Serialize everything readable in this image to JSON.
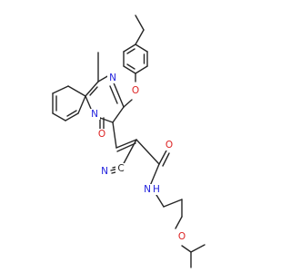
{
  "molecule": {
    "atoms": {
      "N_ring": {
        "text": "N",
        "color": "#2222dd"
      },
      "O_ether": {
        "text": "O",
        "color": "#dd2222"
      },
      "N_bridge": {
        "text": "N",
        "color": "#2222dd"
      },
      "O_keto": {
        "text": "O",
        "color": "#dd2222"
      },
      "N_nitrile": {
        "text": "N",
        "color": "#2222dd"
      },
      "C_nitrile": {
        "text": "C",
        "color": "#262626"
      },
      "O_amide": {
        "text": "O",
        "color": "#dd2222"
      },
      "NH_amide": {
        "text": "N",
        "color": "#2222dd"
      },
      "H_amide": {
        "text": "H",
        "color": "#2222dd"
      },
      "O_ether2": {
        "text": "O",
        "color": "#dd2222"
      }
    }
  }
}
